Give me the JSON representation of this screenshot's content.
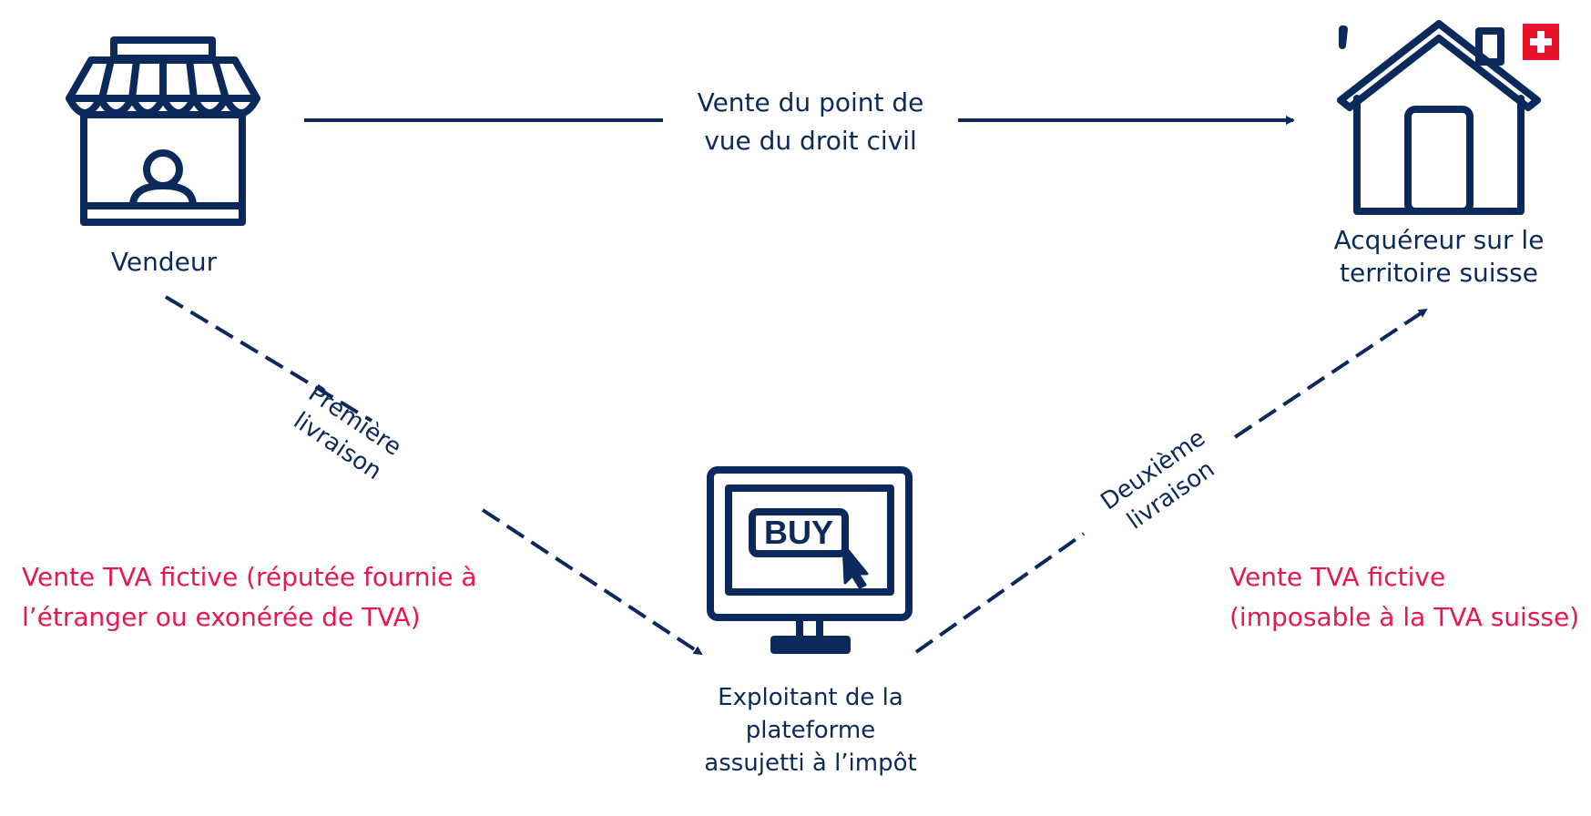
{
  "colors": {
    "navy": "#0b2a5b",
    "red": "#e8174f",
    "swiss_red": "#e8122a"
  },
  "nodes": {
    "seller": {
      "label": "Vendeur",
      "icon": "shop-icon"
    },
    "buyer": {
      "label_line1": "Acquéreur sur le",
      "label_line2": "territoire suisse",
      "icon": "house-icon",
      "badge": "swiss-flag-icon"
    },
    "platform": {
      "label_line1": "Exploitant de la",
      "label_line2": "plateforme",
      "label_line3": "assujetti à l’impôt",
      "icon": "computer-buy-icon",
      "screen_text": "BUY"
    }
  },
  "edges": {
    "civil_sale": {
      "label_line1": "Vente du point de",
      "label_line2": "vue du droit civil"
    },
    "first_delivery": {
      "label_line1": "Première",
      "label_line2": "livraison"
    },
    "second_delivery": {
      "label_line1": "Deuxième",
      "label_line2": "livraison"
    }
  },
  "notes": {
    "left": {
      "line1": "Vente TVA fictive (réputée fournie à",
      "line2": "l’étranger ou exonérée de TVA)"
    },
    "right": {
      "line1": "Vente TVA fictive",
      "line2": "(imposable à la TVA suisse)"
    }
  }
}
